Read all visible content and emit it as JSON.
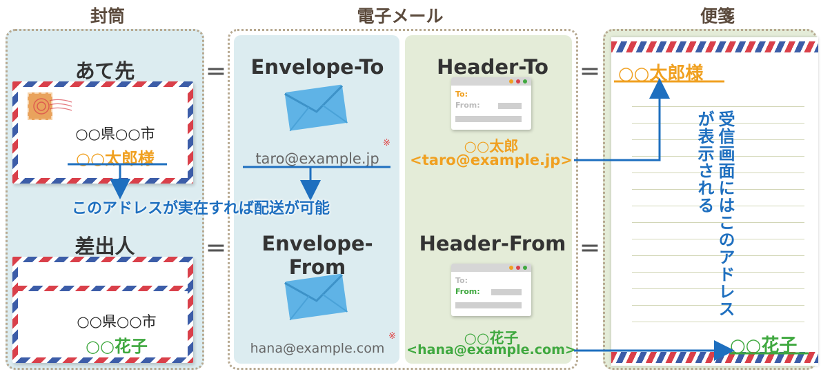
{
  "sections": {
    "envelope": "封筒",
    "email": "電子メール",
    "letter": "便箋"
  },
  "envelope": {
    "to_heading": "あて先",
    "from_heading": "差出人",
    "to_city": "○○県○○市",
    "to_name": "○○太郎様",
    "from_city": "○○県○○市",
    "from_name": "○○花子"
  },
  "email": {
    "envelope_to_heading": "Envelope-To",
    "envelope_from_heading": "Envelope-From",
    "header_to_heading": "Header-To",
    "header_from_heading": "Header-From",
    "envelope_to_address": "taro@example.jp",
    "envelope_from_address": "hana@example.com",
    "header_to_name": "○○太郎",
    "header_to_address": "<taro@example.jp>",
    "header_from_name": "○○花子",
    "header_from_address": "<hana@example.com>",
    "mini_to_label": "To:",
    "mini_from_label": "From:",
    "ref_mark": "※"
  },
  "letter": {
    "to_name": "○○太郎様",
    "from_name": "○○花子",
    "vertical_note": "受信画面にはこのアドレスが表示される"
  },
  "bridge_note": "このアドレスが実在すれば配送が可能",
  "equals": "＝",
  "colors": {
    "orange": "#f0a020",
    "green": "#3fa83f",
    "blue": "#1e6fbf",
    "envelope_panel": "#dcecf0",
    "email_panel": "#dcecf0",
    "header_panel": "#e4ecd8",
    "letter_panel": "#e4ecd8"
  },
  "icons": [
    "stamp-icon",
    "mail-envelope-icon",
    "mail-window-icon",
    "arrow-icon"
  ]
}
